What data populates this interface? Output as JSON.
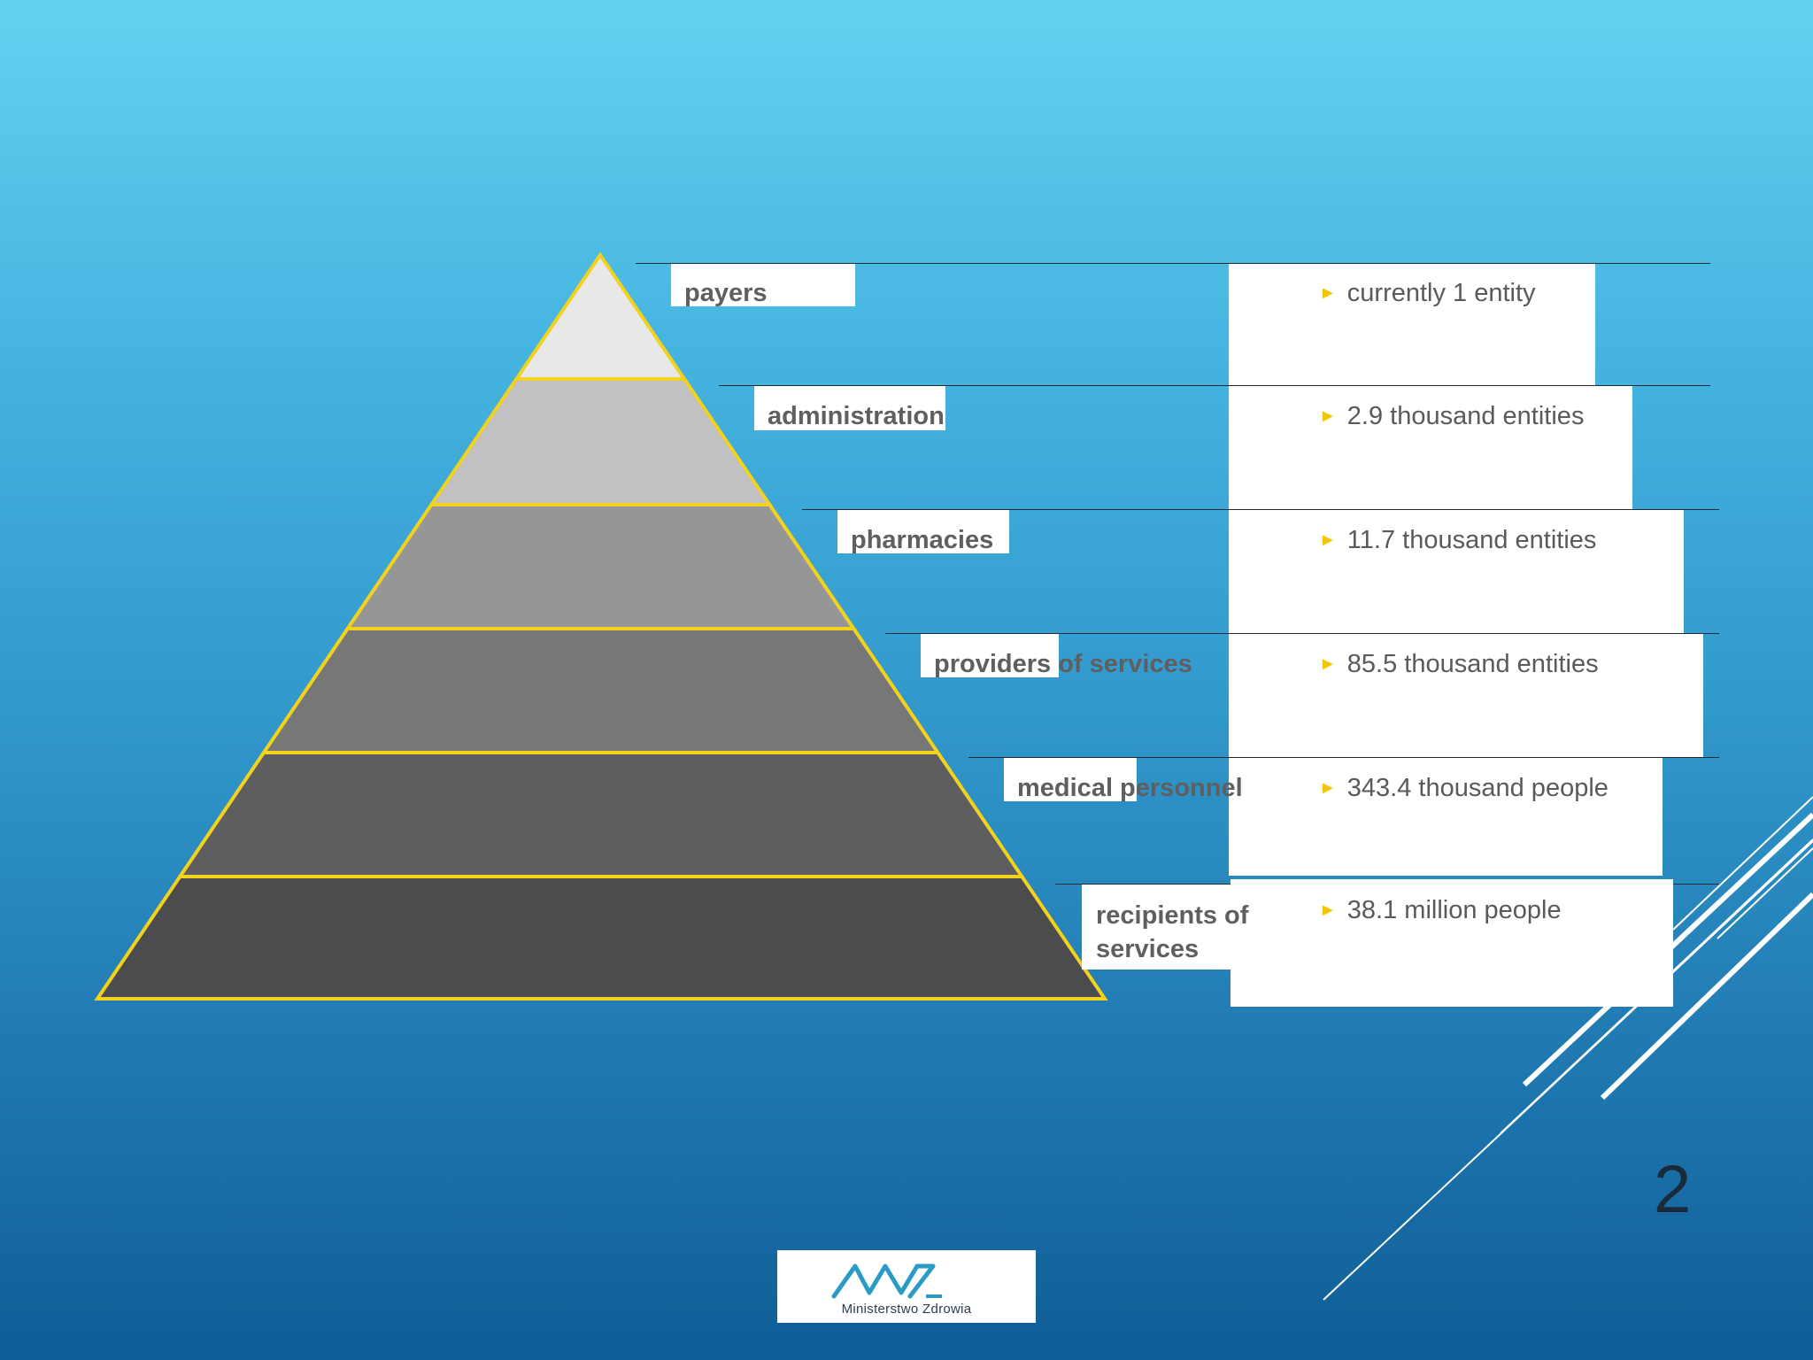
{
  "pyramid": {
    "levels": [
      {
        "label": "payers",
        "value": "currently 1 entity",
        "fill": "#e8e8e9"
      },
      {
        "label": "administration",
        "value": "2.9 thousand entities",
        "fill": "#c1c0c2"
      },
      {
        "label": "pharmacies",
        "value": "11.7 thousand entities",
        "fill": "#979697"
      },
      {
        "label": "providers of services",
        "value": "85.5 thousand entities",
        "fill": "#787777"
      },
      {
        "label": "medical personnel",
        "value": "343.4 thousand people",
        "fill": "#5e5d5f"
      },
      {
        "label": "recipients of services",
        "value": "38.1 million people",
        "fill": "#4c4b4d"
      }
    ],
    "outline_color": "#f2d21c",
    "bullet_color": "#f2c500"
  },
  "slide_number": "2",
  "logo": {
    "name": "MZ",
    "caption": "Ministerstwo Zdrowia",
    "color": "#2a9bc4"
  }
}
